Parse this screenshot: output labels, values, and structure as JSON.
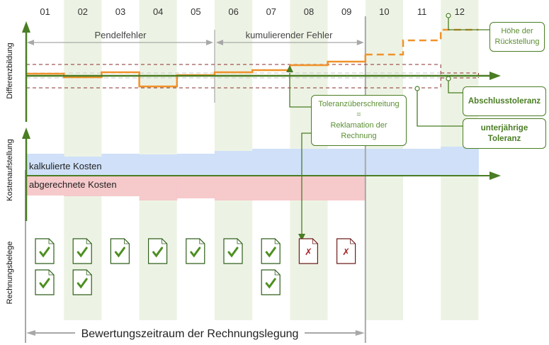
{
  "months": [
    "01",
    "02",
    "03",
    "04",
    "05",
    "06",
    "07",
    "08",
    "09",
    "10",
    "11",
    "12"
  ],
  "sections": {
    "difference": "Differenzbildung",
    "costs": "Kostenaufstellung",
    "receipts": "Rechnungsbelege"
  },
  "phases": {
    "pendulum_error": "Pendelfehler",
    "cumulative_error": "kumulierender Fehler"
  },
  "costs": {
    "calculated": "kalkulierte Kosten",
    "billed": "abgerechnete Kosten"
  },
  "callouts": {
    "provision": "Höhe der Rückstellung",
    "closing_tolerance": "Abschlusstoleranz",
    "intra_year_tolerance": "unterjährige Toleranz",
    "tolerance_exceeded_line1": "Toleranzüberschreitung",
    "tolerance_exceeded_line2": "=",
    "tolerance_exceeded_line3": "Reklamation der",
    "tolerance_exceeded_line4": "Rechnung"
  },
  "bottom_label": "Bewertungszeitraum der Rechnungslegung",
  "difference_steps": [
    0.3,
    -0.2,
    0.5,
    -1.5,
    0.1,
    0.5,
    0.8,
    1.5,
    2.0
  ],
  "provision_steps": [
    3.0,
    5.0,
    6.5
  ],
  "receipts": [
    [
      "ok",
      "ok"
    ],
    [
      "ok",
      "ok"
    ],
    [
      "ok"
    ],
    [
      "ok"
    ],
    [
      "ok"
    ],
    [
      "ok"
    ],
    [
      "ok",
      "ok"
    ],
    [
      "error"
    ],
    [
      "error"
    ]
  ],
  "colors": {
    "green": "#4a7d24",
    "orange": "#f0922b",
    "band": "#edf3e4",
    "tolerance": "#8b2c2c",
    "calc_bg": "#cfe0f8",
    "billed_bg": "#f6c9cb",
    "gray": "#a8a8a8",
    "error": "#a8262a"
  }
}
